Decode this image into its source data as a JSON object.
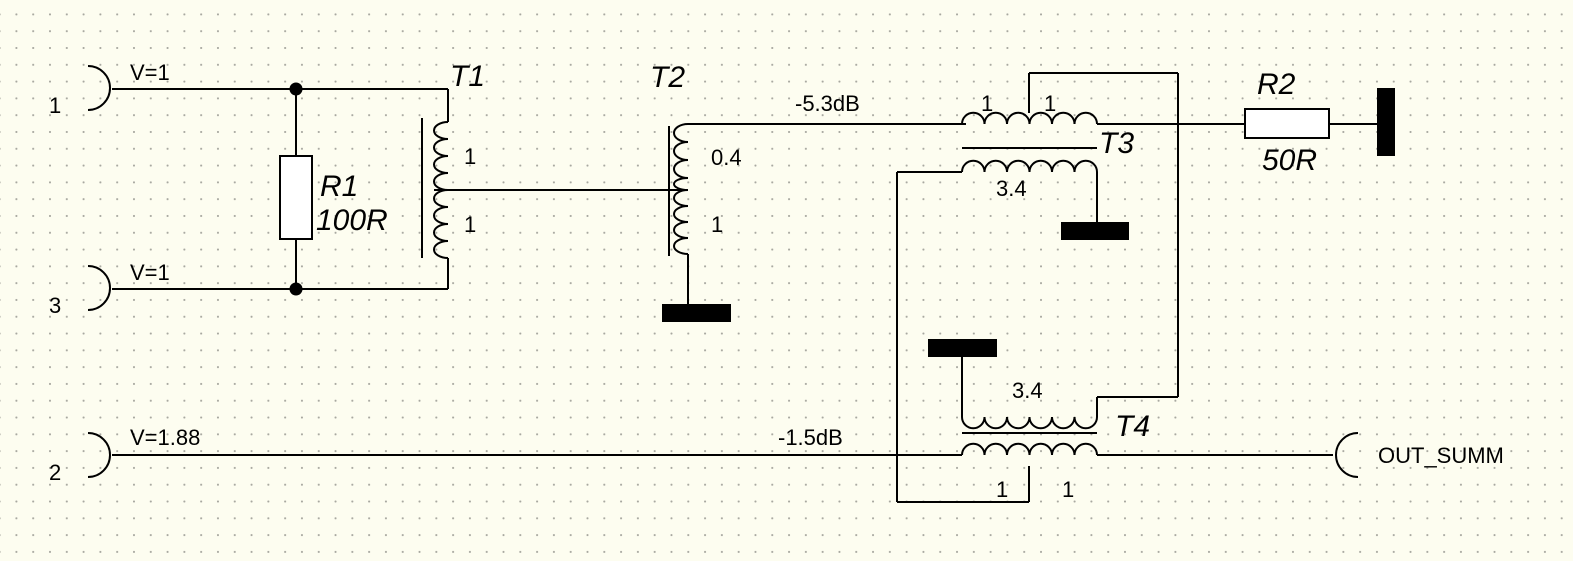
{
  "ports": {
    "in1": {
      "number": "1",
      "voltage": "V=1"
    },
    "in3": {
      "number": "3",
      "voltage": "V=1"
    },
    "in2": {
      "number": "2",
      "voltage": "V=1.88"
    },
    "out": {
      "name": "OUT_SUMM"
    }
  },
  "components": {
    "r1": {
      "ref": "R1",
      "value": "100R"
    },
    "r2": {
      "ref": "R2",
      "value": "50R"
    },
    "t1": {
      "ref": "T1",
      "turns_top": "1",
      "turns_bottom": "1"
    },
    "t2": {
      "ref": "T2",
      "turns_top": "0.4",
      "turns_bottom": "1"
    },
    "t3": {
      "ref": "T3",
      "turns_left": "1",
      "turns_right": "1",
      "turns_secondary": "3.4"
    },
    "t4": {
      "ref": "T4",
      "turns_secondary": "3.4",
      "turns_left": "1",
      "turns_right": "1"
    }
  },
  "annotations": {
    "level_t2_t3": "-5.3dB",
    "level_in2": "-1.5dB"
  }
}
